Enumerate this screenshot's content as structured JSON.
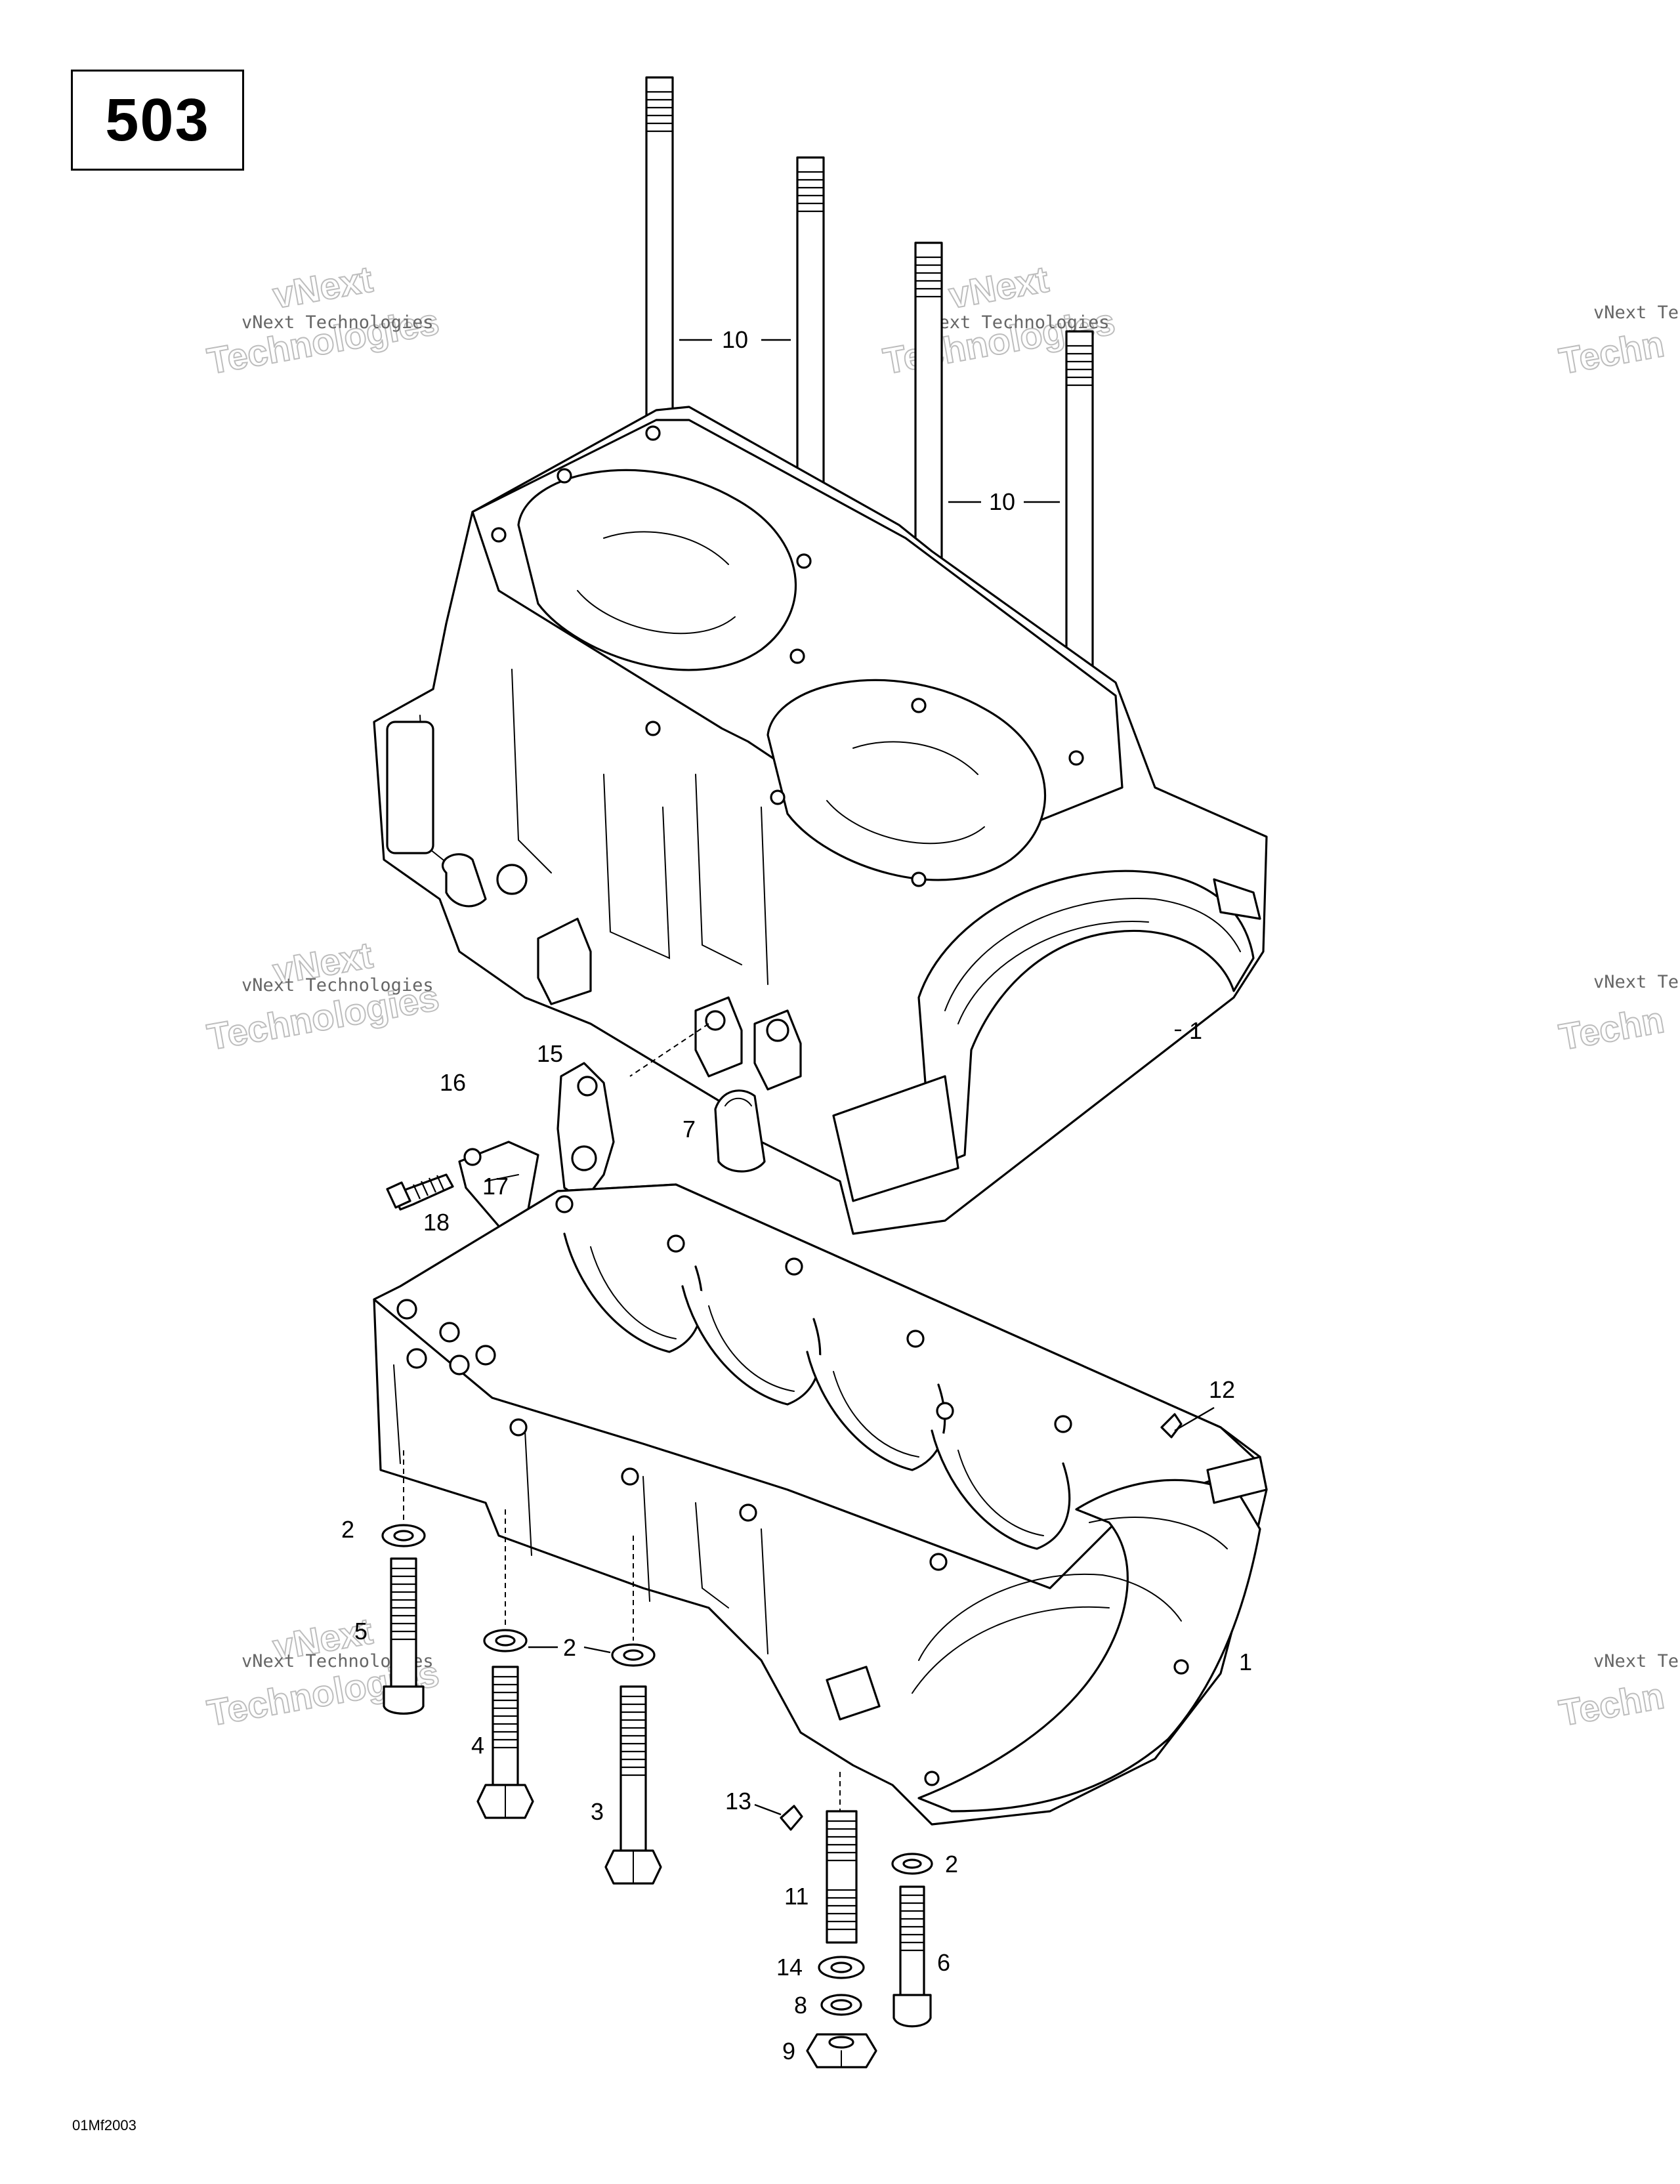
{
  "page": {
    "number": "503",
    "figure_code": "01Mf2003"
  },
  "watermark": {
    "line1": "vNext",
    "line2": "vNext Technologies",
    "line3": "Technologies",
    "partial1": "vNext Te",
    "partial2": "Techn"
  },
  "callouts": {
    "studs": "10",
    "studs_right": "10",
    "upper_crankcase": "1",
    "lower_crankcase": "1",
    "seal": "7",
    "bracket": "15",
    "plate": "16",
    "lock_washer": "17",
    "bolt_18": "18",
    "dowel": "12",
    "washer_left": "2",
    "washer_mid": "2",
    "washer_right": "2",
    "screw_5": "5",
    "bolt_4": "4",
    "bolt_3": "3",
    "pin_13": "13",
    "stud_11": "11",
    "washer_14": "14",
    "lock_washer_8": "8",
    "nut_9": "9",
    "screw_6": "6"
  }
}
